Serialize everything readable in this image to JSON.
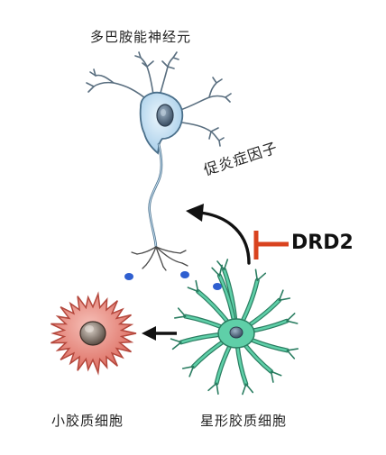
{
  "labels": {
    "neuron": "多巴胺能神经元",
    "factor": "促炎症因子",
    "receptor": "DRD2",
    "microglia": "小胶质细胞",
    "astrocyte": "星形胶质细胞"
  },
  "colors": {
    "neuron_fill": "#c9e2f4",
    "neuron_stroke": "#4a6f8a",
    "astrocyte_fill": "#5fcfa8",
    "astrocyte_stroke": "#2a7d61",
    "microglia_fill": "#e98a7f",
    "microglia_stroke": "#b4473c",
    "dot": "#2f5fd0",
    "inhibit": "#d9431f",
    "arrow": "#111111"
  }
}
